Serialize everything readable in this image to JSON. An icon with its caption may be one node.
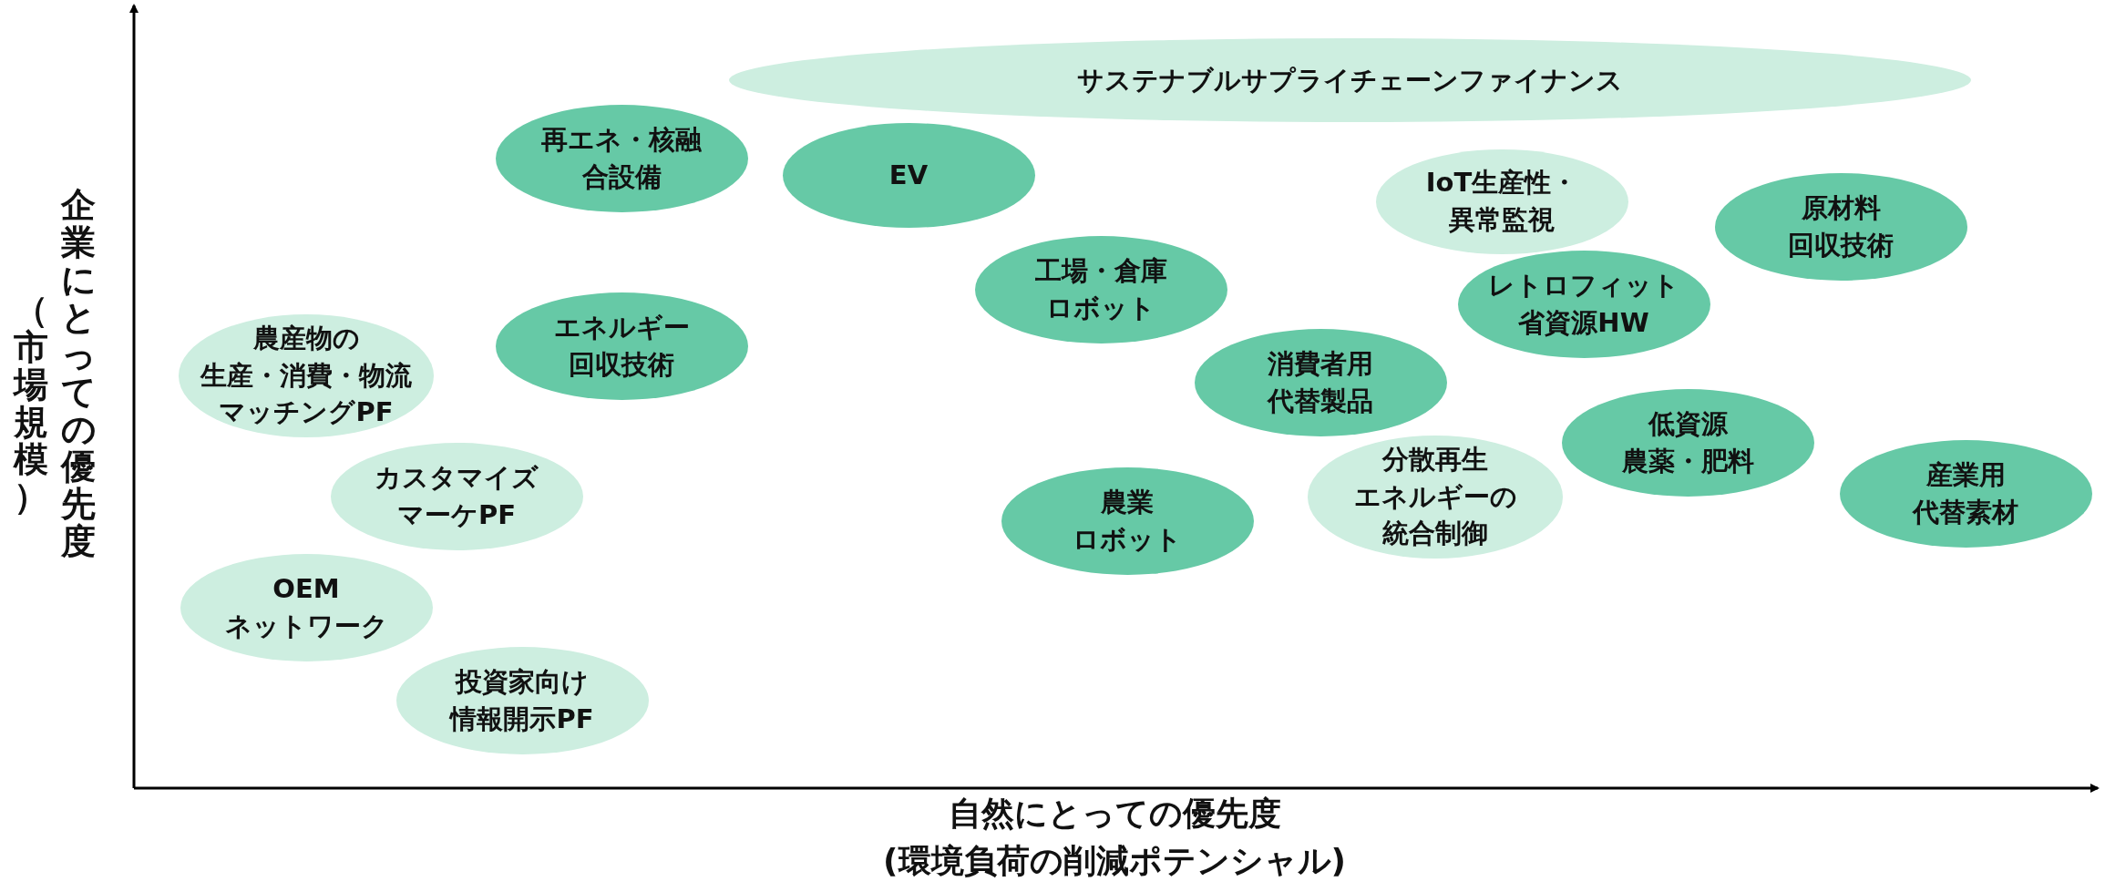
{
  "diagram": {
    "nodes": [
      {
        "text": [
          "サステナブルサプライチェーンファイナンス"
        ]
      },
      {
        "text": [
          "再エネ・核融合設備"
        ]
      },
      {
        "text": [
          "EV"
        ]
      },
      {
        "text": [
          "IoT生産性・異常監視"
        ]
      },
      {
        "text": [
          "原材料回収技術"
        ]
      },
      {
        "text": [
          "工場・倉庫ロボット"
        ]
      },
      {
        "text": [
          "レトロフィット省資源HW"
        ]
      },
      {
        "text": [
          "農産物の生産・消費・物流マッチングPF"
        ]
      },
      {
        "text": [
          "エネルギー回収技術"
        ]
      },
      {
        "text": [
          "消費者用代替製品"
        ]
      },
      {
        "text": [
          "低資源農薬・肥料"
        ]
      },
      {
        "text": [
          "分散再生エネルギーの統合制御"
        ]
      },
      {
        "text": [
          "カスタマイズマーケPF"
        ]
      },
      {
        "text": [
          "産業用代替素材"
        ]
      },
      {
        "text": [
          "農業ロボット"
        ]
      },
      {
        "text": [
          "OEMネットワーク"
        ]
      },
      {
        "text": [
          "投資家向け情報開示PF"
        ]
      }
    ],
    "edges": [],
    "labels": [
      "企業にとっての優先度",
      "（市場規模）",
      "自然にとっての優先度",
      "(環境負荷の削減ポテンシャル)"
    ]
  }
}
